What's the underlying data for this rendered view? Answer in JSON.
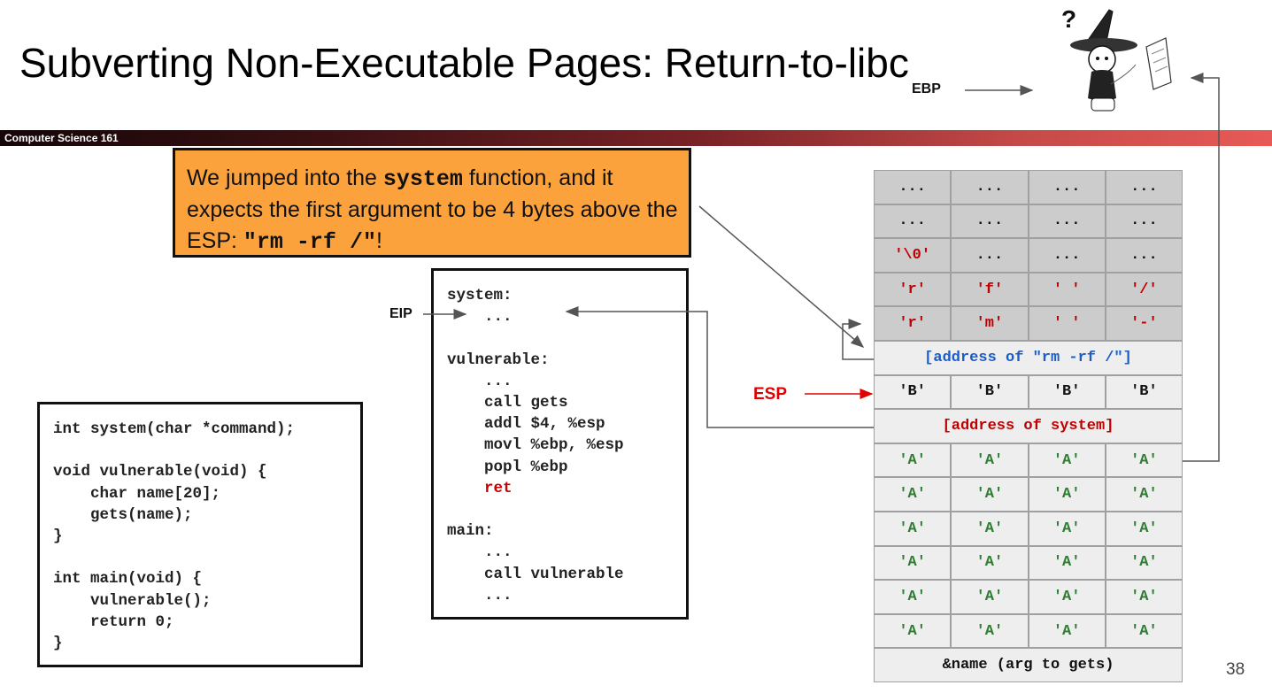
{
  "slide": {
    "title": "Subverting Non-Executable Pages: Return-to-libc",
    "course": "Computer Science 161",
    "page_number": "38"
  },
  "callout": {
    "text_before": "We jumped into the ",
    "func": "system",
    "text_middle": " function, and it expects the first argument to be 4 bytes above the ESP: ",
    "arg": "\"rm -rf /\"",
    "text_after": "!"
  },
  "assembly": {
    "lines_top": "system:\n    ...\n\nvulnerable:\n    ...\n    call gets\n    addl $4, %esp\n    movl %ebp, %esp\n    popl %ebp",
    "ret_line": "    ret",
    "lines_bottom": "\nmain:\n    ...\n    call vulnerable\n    ..."
  },
  "c_source": {
    "code": "int system(char *command);\n\nvoid vulnerable(void) {\n    char name[20];\n    gets(name);\n}\n\nint main(void) {\n    vulnerable();\n    return 0;\n}"
  },
  "labels": {
    "ebp": "EBP",
    "eip": "EIP",
    "esp": "ESP"
  },
  "stack": {
    "rows": [
      {
        "cells": [
          "...",
          "...",
          "...",
          "..."
        ],
        "color": "black",
        "bg": "dark"
      },
      {
        "cells": [
          "...",
          "...",
          "...",
          "..."
        ],
        "color": "black",
        "bg": "dark"
      },
      {
        "cells": [
          "'\\0'",
          "...",
          "...",
          "..."
        ],
        "color": "mixed0",
        "bg": "dark"
      },
      {
        "cells": [
          "'r'",
          "'f'",
          "' '",
          "'/'"
        ],
        "color": "red",
        "bg": "dark"
      },
      {
        "cells": [
          "'r'",
          "'m'",
          "' '",
          "'-'"
        ],
        "color": "red",
        "bg": "dark"
      },
      {
        "span": "[address of \"rm -rf /\"]",
        "color": "blue",
        "bg": "light"
      },
      {
        "cells": [
          "'B'",
          "'B'",
          "'B'",
          "'B'"
        ],
        "color": "black",
        "bg": "light"
      },
      {
        "span": "[address of system]",
        "color": "red",
        "bg": "light"
      },
      {
        "cells": [
          "'A'",
          "'A'",
          "'A'",
          "'A'"
        ],
        "color": "green",
        "bg": "light"
      },
      {
        "cells": [
          "'A'",
          "'A'",
          "'A'",
          "'A'"
        ],
        "color": "green",
        "bg": "light"
      },
      {
        "cells": [
          "'A'",
          "'A'",
          "'A'",
          "'A'"
        ],
        "color": "green",
        "bg": "light"
      },
      {
        "cells": [
          "'A'",
          "'A'",
          "'A'",
          "'A'"
        ],
        "color": "green",
        "bg": "light"
      },
      {
        "cells": [
          "'A'",
          "'A'",
          "'A'",
          "'A'"
        ],
        "color": "green",
        "bg": "light"
      },
      {
        "cells": [
          "'A'",
          "'A'",
          "'A'",
          "'A'"
        ],
        "color": "green",
        "bg": "light"
      },
      {
        "span": "&name (arg to gets)",
        "color": "black",
        "bg": "light"
      }
    ]
  },
  "colors": {
    "callout_bg": "#fba23d",
    "red": "#c00000",
    "green": "#2e7d32",
    "blue": "#1a5dc8",
    "stack_dark": "#cccccc",
    "stack_light": "#eeeeee"
  }
}
